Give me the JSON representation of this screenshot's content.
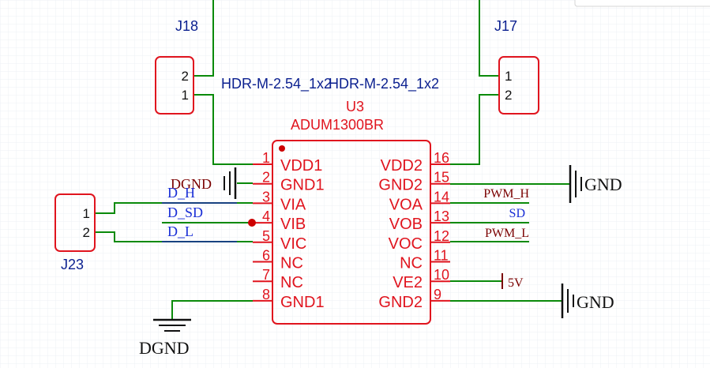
{
  "colors": {
    "wire": "#0a8a0a",
    "part": "#e0141e",
    "label_blue": "#0a1f8f",
    "net_blue": "#1a2fd6",
    "dark": "#111111",
    "dark_red": "#7a0000",
    "grid": "#eef0f4",
    "junction": "#cc0000",
    "netline_blue": "#1d2aa8"
  },
  "connectors": {
    "j18": {
      "designator": "J18",
      "pins": [
        "2",
        "1"
      ],
      "value": "HDR-M-2.54_1x2"
    },
    "j17": {
      "designator": "J17",
      "pins": [
        "1",
        "2"
      ],
      "value": "HDR-M-2.54_1x2"
    },
    "j23": {
      "designator": "J23",
      "pins": [
        "1",
        "2"
      ]
    }
  },
  "ic": {
    "designator": "U3",
    "part": "ADUM1300BR",
    "left_pins": [
      {
        "num": "1",
        "name": "VDD1"
      },
      {
        "num": "2",
        "name": "GND1"
      },
      {
        "num": "3",
        "name": "VIA"
      },
      {
        "num": "4",
        "name": "VIB"
      },
      {
        "num": "5",
        "name": "VIC"
      },
      {
        "num": "6",
        "name": "NC"
      },
      {
        "num": "7",
        "name": "NC"
      },
      {
        "num": "8",
        "name": "GND1"
      }
    ],
    "right_pins": [
      {
        "num": "16",
        "name": "VDD2"
      },
      {
        "num": "15",
        "name": "GND2"
      },
      {
        "num": "14",
        "name": "VOA"
      },
      {
        "num": "13",
        "name": "VOB"
      },
      {
        "num": "12",
        "name": "VOC"
      },
      {
        "num": "11",
        "name": "NC"
      },
      {
        "num": "10",
        "name": "VE2"
      },
      {
        "num": "9",
        "name": "GND2"
      }
    ]
  },
  "nets": {
    "dgnd_top": "DGND",
    "dgnd_bottom": "DGND",
    "d_h": "D_H",
    "d_sd": "D_SD",
    "d_l": "D_L",
    "pwm_h": "PWM_H",
    "sd": "SD",
    "pwm_l": "PWM_L",
    "gnd_top": "GND",
    "gnd_bottom": "GND",
    "v5": "5V"
  }
}
